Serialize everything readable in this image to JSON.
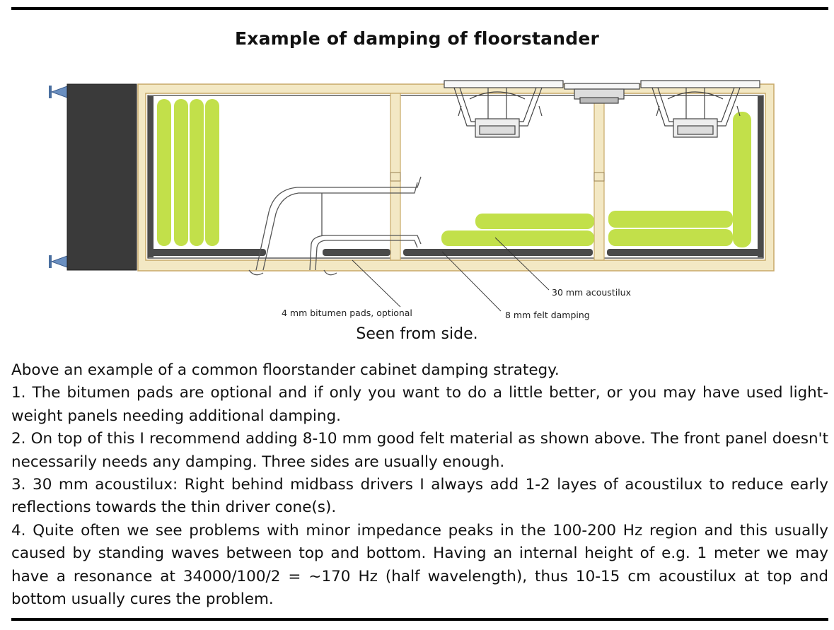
{
  "title": "Example of damping of floorstander",
  "diagram": {
    "labels": {
      "acoustilux": "30 mm acoustilux",
      "bitumen": "4 mm bitumen pads, optional",
      "felt": "8 mm felt damping"
    },
    "colors": {
      "wood": "#f3e8c4",
      "wood_edge": "#c8a968",
      "felt": "#4a4a4a",
      "acoustilux": "#c2e04a",
      "baffle": "#3a3a3a",
      "spike": "#6a8fc0"
    }
  },
  "caption": "Seen from side.",
  "paragraphs": [
    "Above an example of a common floorstander cabinet damping strategy.",
    "1. The bitumen pads are optional and if only you want to do a little better, or you may have used light-weight panels needing additional damping.",
    "2. On top of this I recommend adding 8-10 mm good felt material as shown above. The front panel doesn't necessarily needs any damping. Three sides are usually enough.",
    "3. 30 mm acoustilux: Right behind midbass drivers I always add 1-2 layes of acoustilux to reduce early reflections towards the thin driver cone(s).",
    "4. Quite often we see problems with minor impedance peaks in the 100-200 Hz region and this usually caused by standing waves between top and bottom. Having an internal height of e.g. 1 meter we may have a resonance at 34000/100/2 = ~170 Hz (half wavelength), thus 10-15 cm acoustilux at top and bottom usually cures the problem."
  ]
}
